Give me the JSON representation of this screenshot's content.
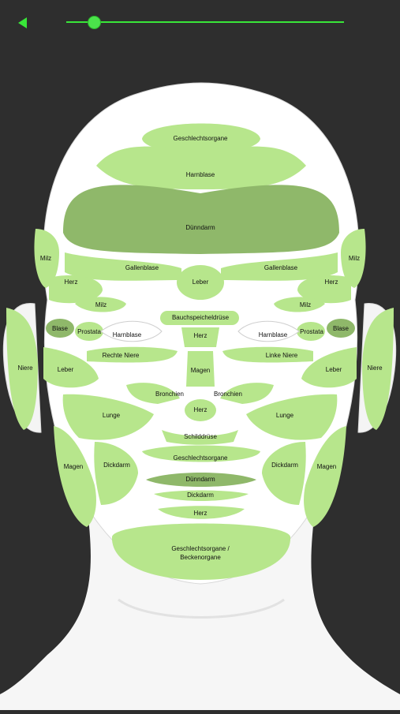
{
  "toolbar": {
    "back_icon": "back-arrow-icon",
    "slider_value": 0.08
  },
  "colors": {
    "accent": "#39e639",
    "zone": "#b7e68c",
    "zone_dark": "#8fb86a",
    "background": "#2e2e2e"
  },
  "zones": {
    "geschlechtsorgane_top": "Geschlechtsorgane",
    "harnblase_top": "Harnblase",
    "duenndarm_top": "Dünndarm",
    "milz_left": "Milz",
    "milz_right": "Milz",
    "gallenblase_left": "Gallenblase",
    "gallenblase_right": "Gallenblase",
    "leber_center": "Leber",
    "herz_left": "Herz",
    "herz_right": "Herz",
    "milz_eye_left": "Milz",
    "milz_eye_right": "Milz",
    "bauchspeicheldruese": "Bauchspeicheldrüse",
    "blase_left": "Blase",
    "blase_right": "Blase",
    "prostata_left": "Prostata",
    "prostata_right": "Prostata",
    "harnblase_eye_left": "Harnblase",
    "harnblase_eye_right": "Harnblase",
    "herz_nose": "Herz",
    "niere_left": "Niere",
    "niere_right": "Niere",
    "rechte_niere": "Rechte Niere",
    "linke_niere": "Linke Niere",
    "leber_left": "Leber",
    "leber_right": "Leber",
    "magen_nose": "Magen",
    "bronchien_left": "Bronchien",
    "bronchien_right": "Bronchien",
    "herz_nosetip": "Herz",
    "lunge_left": "Lunge",
    "lunge_right": "Lunge",
    "schilddruese": "Schilddrüse",
    "geschlechtsorgane_mouth": "Geschlechtsorgane",
    "magen_left": "Magen",
    "magen_right": "Magen",
    "dickdarm_left": "Dickdarm",
    "dickdarm_right": "Dickdarm",
    "duenndarm_lip": "Dünndarm",
    "dickdarm_lip": "Dickdarm",
    "herz_chin": "Herz",
    "geschlechtsorgane_chin_1": "Geschlechtsorgane /",
    "geschlechtsorgane_chin_2": "Beckenorgane"
  }
}
